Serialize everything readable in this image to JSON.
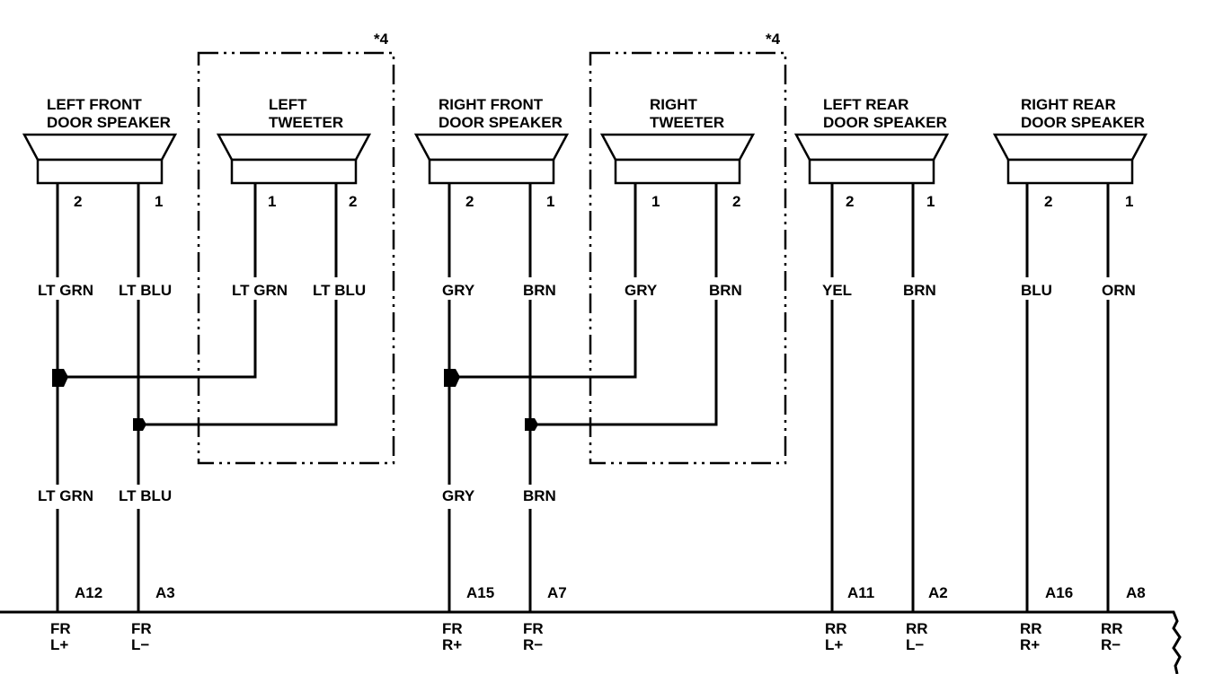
{
  "note_marks": [
    "*4",
    "*4"
  ],
  "speakers": [
    {
      "label": [
        "LEFT FRONT",
        "DOOR SPEAKER"
      ],
      "pins": [
        "2",
        "1"
      ],
      "wires": [
        "LT GRN",
        "LT BLU"
      ]
    },
    {
      "label": [
        "LEFT",
        "TWEETER"
      ],
      "pins": [
        "1",
        "2"
      ],
      "wires": [
        "LT GRN",
        "LT BLU"
      ]
    },
    {
      "label": [
        "RIGHT FRONT",
        "DOOR SPEAKER"
      ],
      "pins": [
        "2",
        "1"
      ],
      "wires": [
        "GRY",
        "BRN"
      ]
    },
    {
      "label": [
        "RIGHT",
        "TWEETER"
      ],
      "pins": [
        "1",
        "2"
      ],
      "wires": [
        "GRY",
        "BRN"
      ]
    },
    {
      "label": [
        "LEFT REAR",
        "DOOR SPEAKER"
      ],
      "pins": [
        "2",
        "1"
      ],
      "wires": [
        "YEL",
        "BRN"
      ]
    },
    {
      "label": [
        "RIGHT REAR",
        "DOOR SPEAKER"
      ],
      "pins": [
        "2",
        "1"
      ],
      "wires": [
        "BLU",
        "ORN"
      ]
    }
  ],
  "lower_wires": [
    "LT GRN",
    "LT BLU",
    "GRY",
    "BRN"
  ],
  "terminals": [
    {
      "pin": "A12",
      "name": [
        "FR",
        "L+"
      ]
    },
    {
      "pin": "A3",
      "name": [
        "FR",
        "L−"
      ]
    },
    {
      "pin": "A15",
      "name": [
        "FR",
        "R+"
      ]
    },
    {
      "pin": "A7",
      "name": [
        "FR",
        "R−"
      ]
    },
    {
      "pin": "A11",
      "name": [
        "RR",
        "L+"
      ]
    },
    {
      "pin": "A2",
      "name": [
        "RR",
        "L−"
      ]
    },
    {
      "pin": "A16",
      "name": [
        "RR",
        "R+"
      ]
    },
    {
      "pin": "A8",
      "name": [
        "RR",
        "R−"
      ]
    }
  ]
}
